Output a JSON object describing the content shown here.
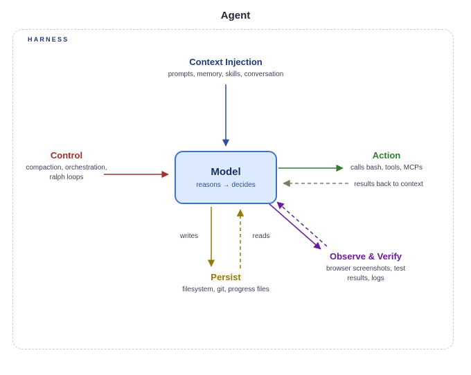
{
  "title": "Agent",
  "harness": {
    "label": "HARNESS"
  },
  "nodes": {
    "context_injection": {
      "heading": "Context Injection",
      "sub": "prompts, memory, skills, conversation"
    },
    "control": {
      "heading": "Control",
      "sub_line1": "compaction, orchestration,",
      "sub_line2": "ralph loops"
    },
    "model": {
      "heading": "Model",
      "sub": "reasons → decides"
    },
    "action": {
      "heading": "Action",
      "sub": "calls bash, tools, MCPs"
    },
    "persist": {
      "heading": "Persist",
      "sub": "filesystem, git, progress files"
    },
    "observe": {
      "heading": "Observe & Verify",
      "sub_line1": "browser screenshots, test",
      "sub_line2": "results, logs"
    }
  },
  "edge_labels": {
    "results_back": "results back to context",
    "writes": "writes",
    "reads": "reads"
  },
  "colors": {
    "heading_navy": "#1e3a7b",
    "blue": "#2c4f9e",
    "model_fill": "#dbeafe",
    "model_border": "#3f73c8",
    "red": "#a03028",
    "green": "#2e7d32",
    "olive": "#96780a",
    "purple": "#6a1b9a",
    "gray_dash": "#7b7b60",
    "text": "#3c4257"
  }
}
